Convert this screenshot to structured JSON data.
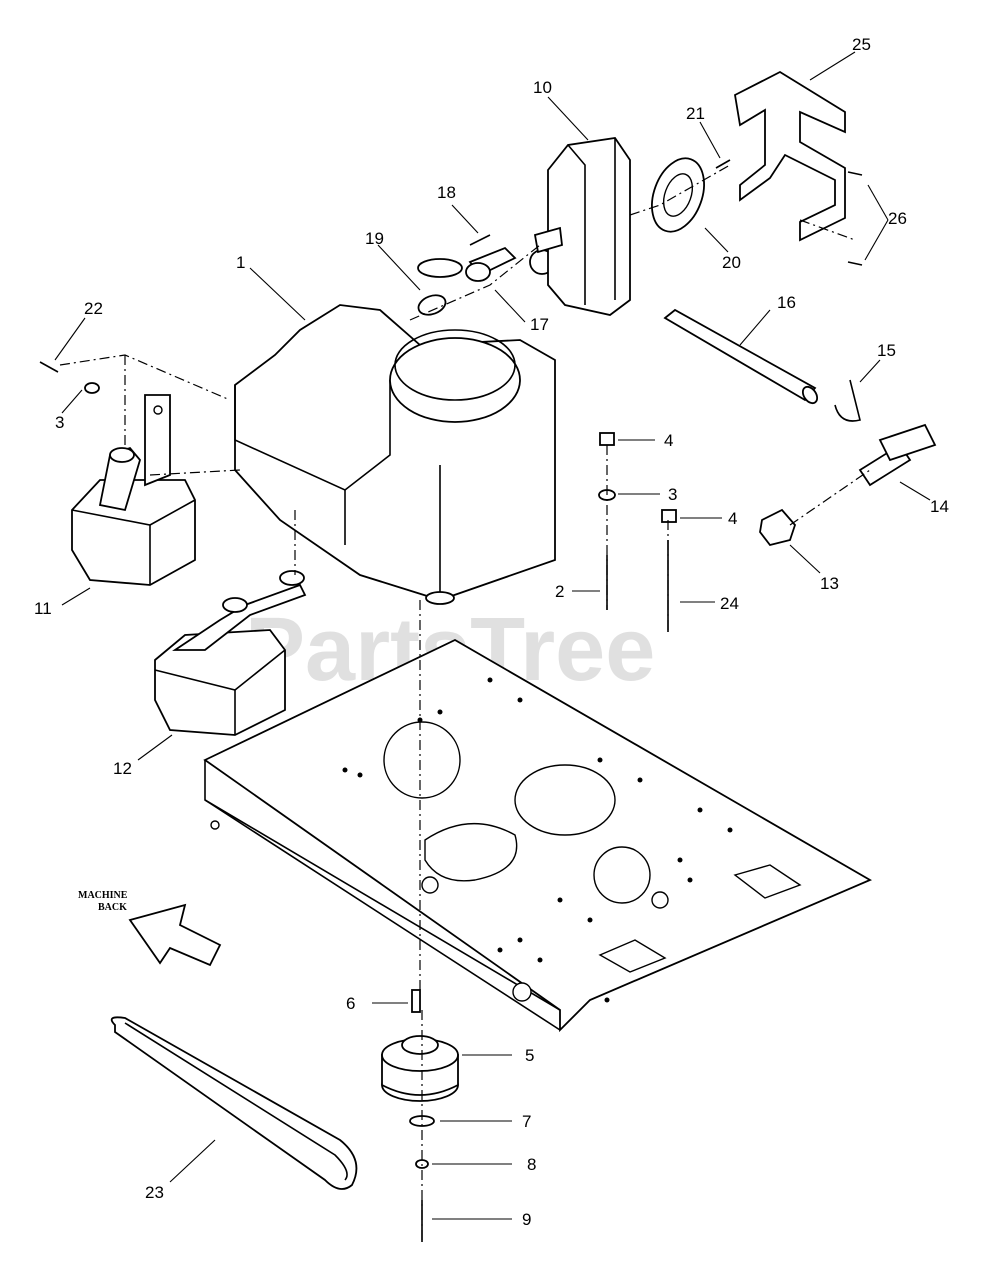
{
  "watermark": "PartsTree",
  "orientation_label": {
    "line1": "MACHINE",
    "line2": "BACK"
  },
  "callouts": [
    {
      "id": "c1",
      "label": "1"
    },
    {
      "id": "c2",
      "label": "2"
    },
    {
      "id": "c3a",
      "label": "3"
    },
    {
      "id": "c3b",
      "label": "3"
    },
    {
      "id": "c4a",
      "label": "4"
    },
    {
      "id": "c4b",
      "label": "4"
    },
    {
      "id": "c5",
      "label": "5"
    },
    {
      "id": "c6",
      "label": "6"
    },
    {
      "id": "c7",
      "label": "7"
    },
    {
      "id": "c8",
      "label": "8"
    },
    {
      "id": "c9",
      "label": "9"
    },
    {
      "id": "c10",
      "label": "10"
    },
    {
      "id": "c11",
      "label": "11"
    },
    {
      "id": "c12",
      "label": "12"
    },
    {
      "id": "c13",
      "label": "13"
    },
    {
      "id": "c14",
      "label": "14"
    },
    {
      "id": "c15",
      "label": "15"
    },
    {
      "id": "c16",
      "label": "16"
    },
    {
      "id": "c17",
      "label": "17"
    },
    {
      "id": "c18",
      "label": "18"
    },
    {
      "id": "c19",
      "label": "19"
    },
    {
      "id": "c20",
      "label": "20"
    },
    {
      "id": "c21",
      "label": "21"
    },
    {
      "id": "c22",
      "label": "22"
    },
    {
      "id": "c23",
      "label": "23"
    },
    {
      "id": "c24",
      "label": "24"
    },
    {
      "id": "c25",
      "label": "25"
    },
    {
      "id": "c26",
      "label": "26"
    }
  ]
}
